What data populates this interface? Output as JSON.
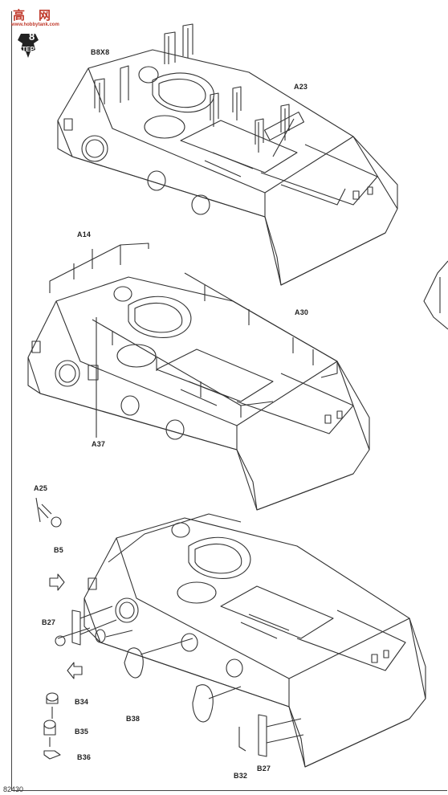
{
  "watermark": {
    "title_cn_1": "高",
    "title_cn_2": "网",
    "url": "www.hobbytank.com"
  },
  "step": {
    "label": "STEP",
    "number": "8"
  },
  "labels": {
    "b8x8": "B8X8",
    "a23": "A23",
    "a14": "A14",
    "a30": "A30",
    "a37": "A37",
    "a25": "A25",
    "b5": "B5",
    "b27_left": "B27",
    "b34": "B34",
    "b35": "B35",
    "b36": "B36",
    "b38": "B38",
    "b32": "B32",
    "b27_right": "B27"
  },
  "footer": {
    "code": "82430"
  }
}
